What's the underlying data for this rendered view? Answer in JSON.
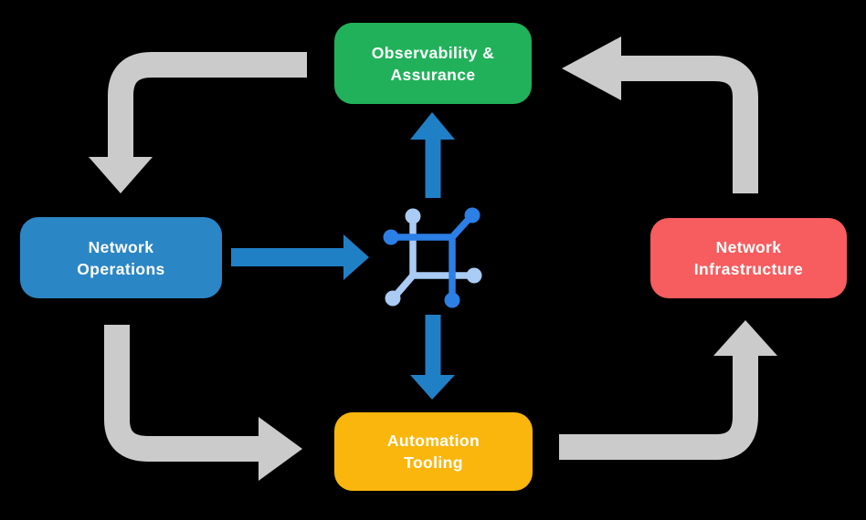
{
  "canvas": {
    "background": "#000000"
  },
  "colors": {
    "green": "#21B15A",
    "blue": "#2B86C5",
    "red": "#F75C5E",
    "yellow": "#FAB60D",
    "arrow_gray": "#CBCBCB",
    "arrow_blue": "#2080C6",
    "icon_dark_blue": "#2B7FE5",
    "icon_light_blue": "#A9CBF4",
    "text": "#FFFFFF"
  },
  "nodes": {
    "observability": {
      "line1": "Observability &",
      "line2": "Assurance",
      "color": "#21B15A"
    },
    "operations": {
      "line1": "Network",
      "line2": "Operations",
      "color": "#2B86C5"
    },
    "infrastructure": {
      "line1": "Network",
      "line2": "Infrastructure",
      "color": "#F75C5E"
    },
    "tooling": {
      "line1": "Automation",
      "line2": "Tooling",
      "color": "#FAB60D"
    }
  },
  "center_icon": {
    "icon": "network-fabric-icon"
  }
}
